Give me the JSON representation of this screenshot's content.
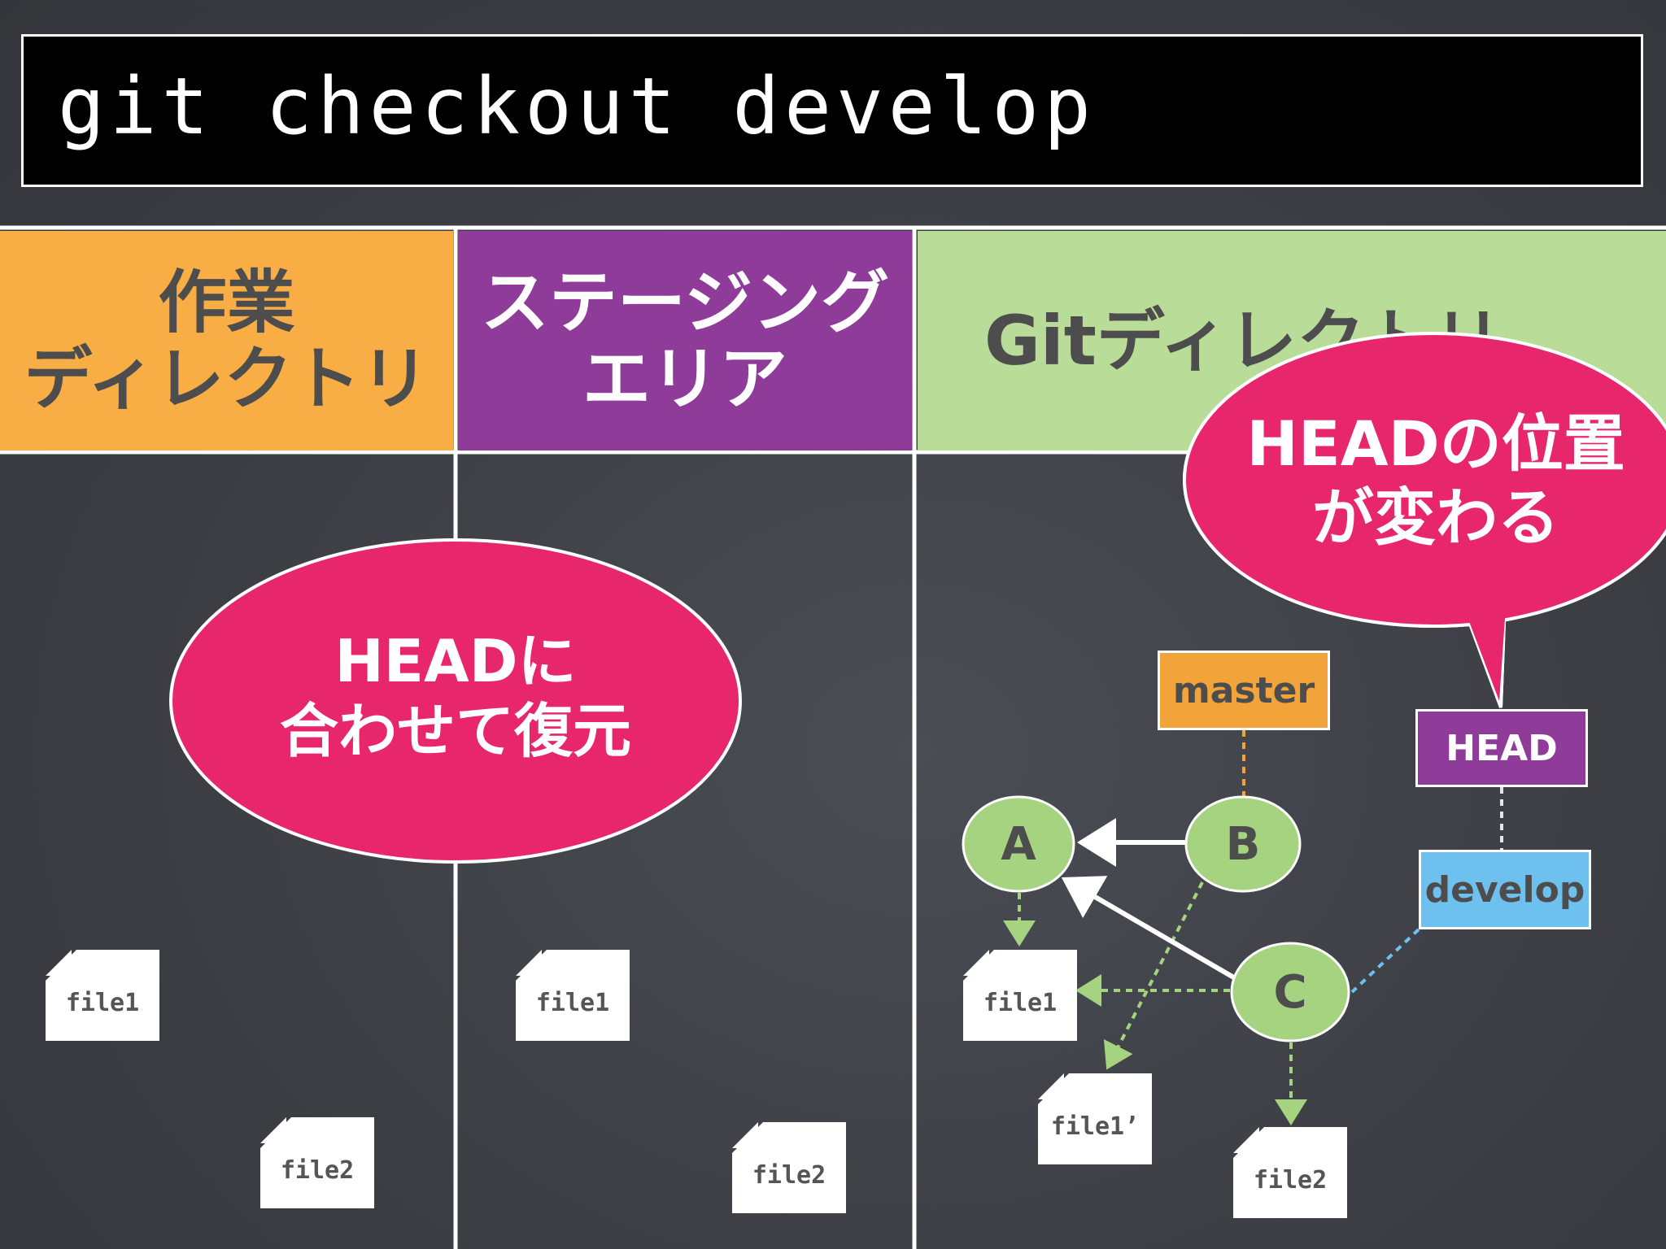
{
  "command": "git checkout develop",
  "columns": {
    "working": {
      "line1": "作業",
      "line2": "ディレクトリ"
    },
    "staging": {
      "line1": "ステージング",
      "line2": "エリア"
    },
    "git": {
      "title": "Gitディレクトリ"
    }
  },
  "callouts": {
    "restore": {
      "line1": "HEADに",
      "line2": "合わせて復元"
    },
    "head_move": {
      "line1": "HEADの位置",
      "line2": "が変わる"
    }
  },
  "files": {
    "working": [
      "file1",
      "file2"
    ],
    "staging": [
      "file1",
      "file2"
    ],
    "git": {
      "a_file": "file1",
      "b_file": "file1’",
      "c_file": "file2"
    }
  },
  "refs": {
    "master": "master",
    "head": "HEAD",
    "develop": "develop"
  },
  "commits": {
    "a": "A",
    "b": "B",
    "c": "C"
  },
  "colors": {
    "working_header": "#f9ad45",
    "staging_header": "#8e3b9a",
    "git_header": "#b9dc98",
    "callout": "#e8266b",
    "commit": "#a5d37f",
    "master": "#f2a33a",
    "head": "#8e3b9a",
    "develop": "#6ec1ee"
  }
}
